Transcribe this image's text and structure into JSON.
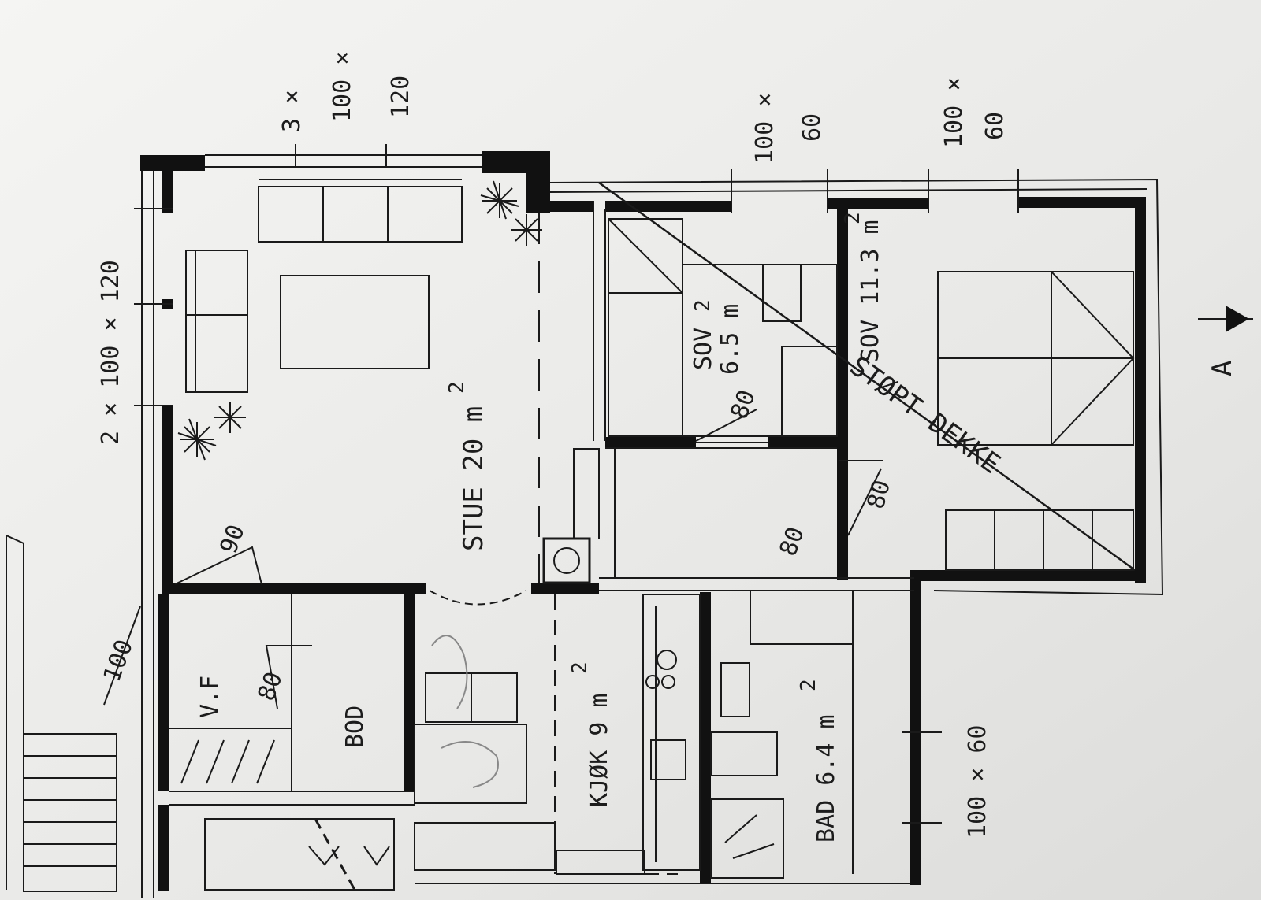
{
  "rooms": {
    "stue": "STUE 20 m",
    "stue_sup": "2",
    "sov_small": "SOV",
    "sov_small_area": "6.5 m",
    "sov_small_sup": "2",
    "sov_large": "SOV 11.3 m",
    "sov_large_sup": "2",
    "kjokken": "KJØK 9 m",
    "kjokken_sup": "2",
    "bad": "BAD 6.4 m",
    "bad_sup": "2",
    "bod": "BOD",
    "vf": "V.F"
  },
  "annotations": {
    "stopt_dekke": "STØPT DEKKE",
    "section_marker": "A"
  },
  "window_dims": {
    "top_left_a": "3 ×",
    "top_left_b": "100 ×",
    "top_left_c": "120",
    "top_mid_a": "100 ×",
    "top_mid_b": "60",
    "top_right_a": "100 ×",
    "top_right_b": "60",
    "left_side": "2 × 100 × 120",
    "bottom_right": "100 × 60"
  },
  "door_dims": {
    "stue_door": "90",
    "entry_door": "100",
    "vf_door": "80",
    "sov_small_door": "80",
    "bad_door": "80",
    "sov_large_door": "80"
  }
}
